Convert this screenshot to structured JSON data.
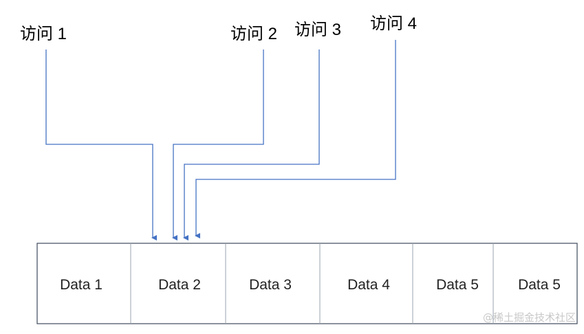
{
  "access_labels": [
    "访问 1",
    "访问 2",
    "访问 3",
    "访问 4"
  ],
  "cells": [
    "Data 1",
    "Data 2",
    "Data 3",
    "Data 4",
    "Data 5",
    "Data 5"
  ],
  "watermark": "@稀土掘金技术社区",
  "colors": {
    "arrow": "#4472c4",
    "box_border": "#3e4a5c",
    "divider": "#9aa3af"
  }
}
